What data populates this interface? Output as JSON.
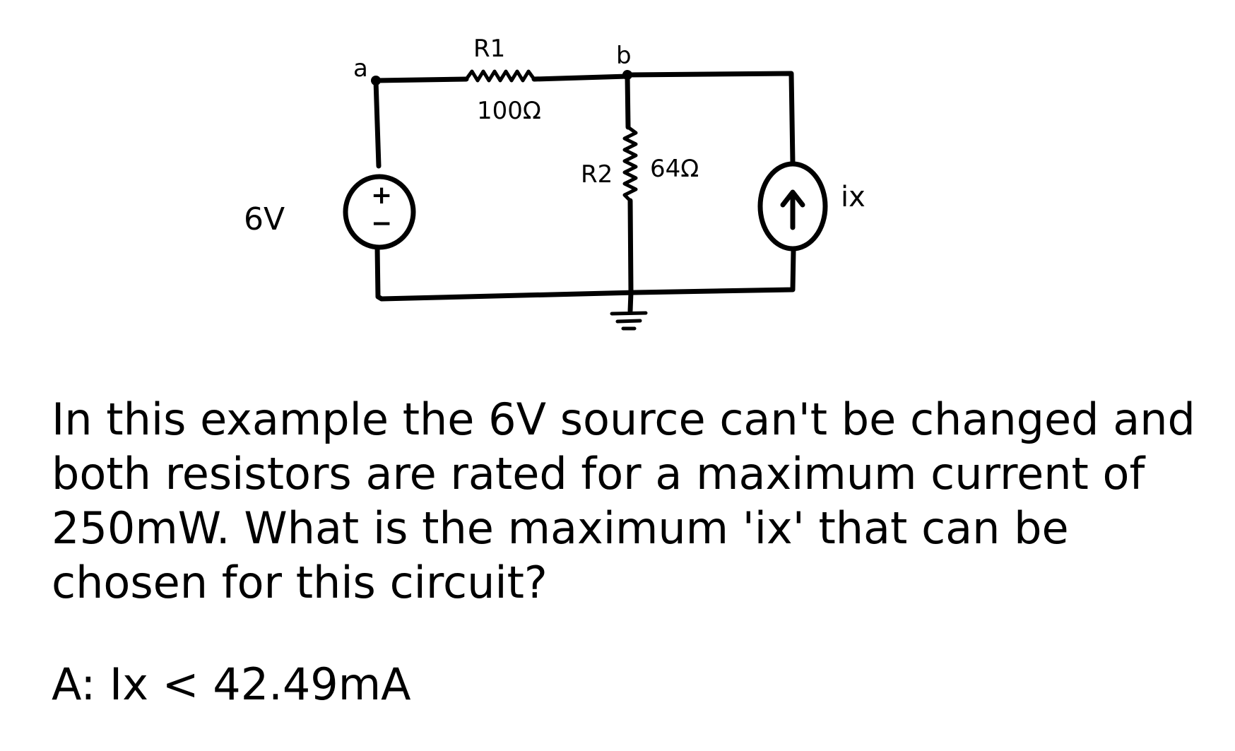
{
  "circuit": {
    "node_a": "a",
    "node_b": "b",
    "r1_name": "R1",
    "r1_value": "100Ω",
    "r2_name": "R2",
    "r2_value": "64Ω",
    "source_voltage": "6V",
    "source_plus": "+",
    "source_minus": "−",
    "current_source_label": "ix",
    "current_arrow": "↑"
  },
  "question": "In this example the 6V source can't be changed and both resistors are rated for a maximum current of 250mW. What is the maximum 'ix' that can be chosen for this circuit?",
  "answer": "A: Ix < 42.49mA"
}
